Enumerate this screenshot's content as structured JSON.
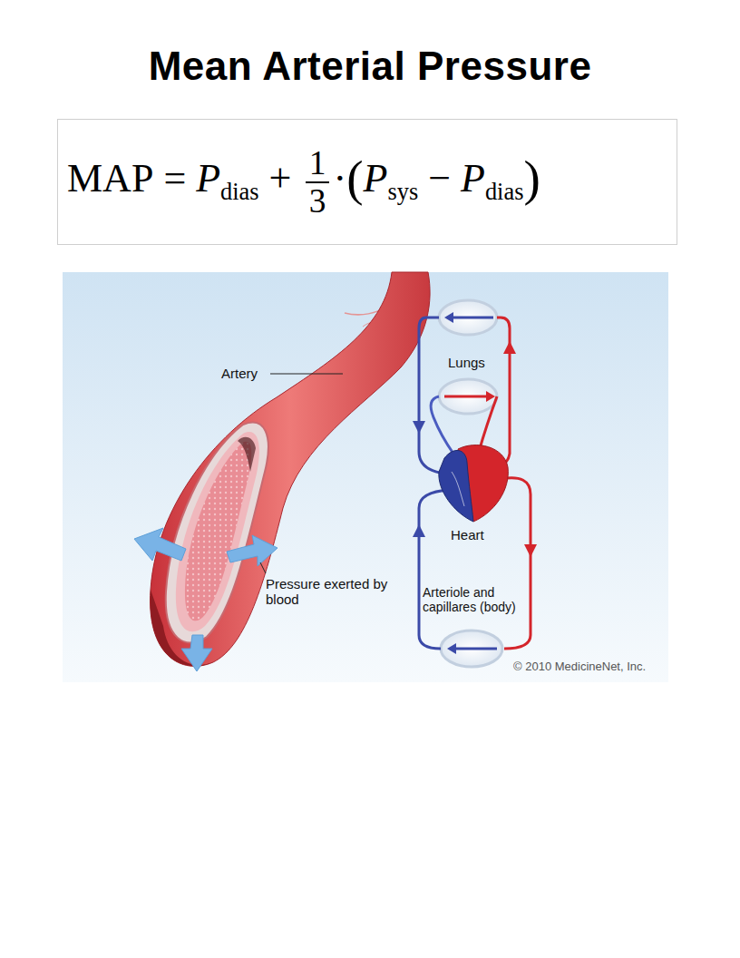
{
  "diagram": {
    "title": "Mean Arterial Pressure",
    "nodes": [
      {
        "text": [
          "MAP",
          "=",
          "P",
          "dias",
          "+",
          "1",
          "3",
          "·",
          "(",
          "P",
          "sys",
          "−",
          "P",
          "dias",
          ")"
        ]
      }
    ],
    "labels": [
      "Artery",
      "Pressure exerted by blood",
      "Lungs",
      "Heart",
      "Arteriole and capillares (body)",
      "© 2010 MedicineNet, Inc."
    ]
  }
}
